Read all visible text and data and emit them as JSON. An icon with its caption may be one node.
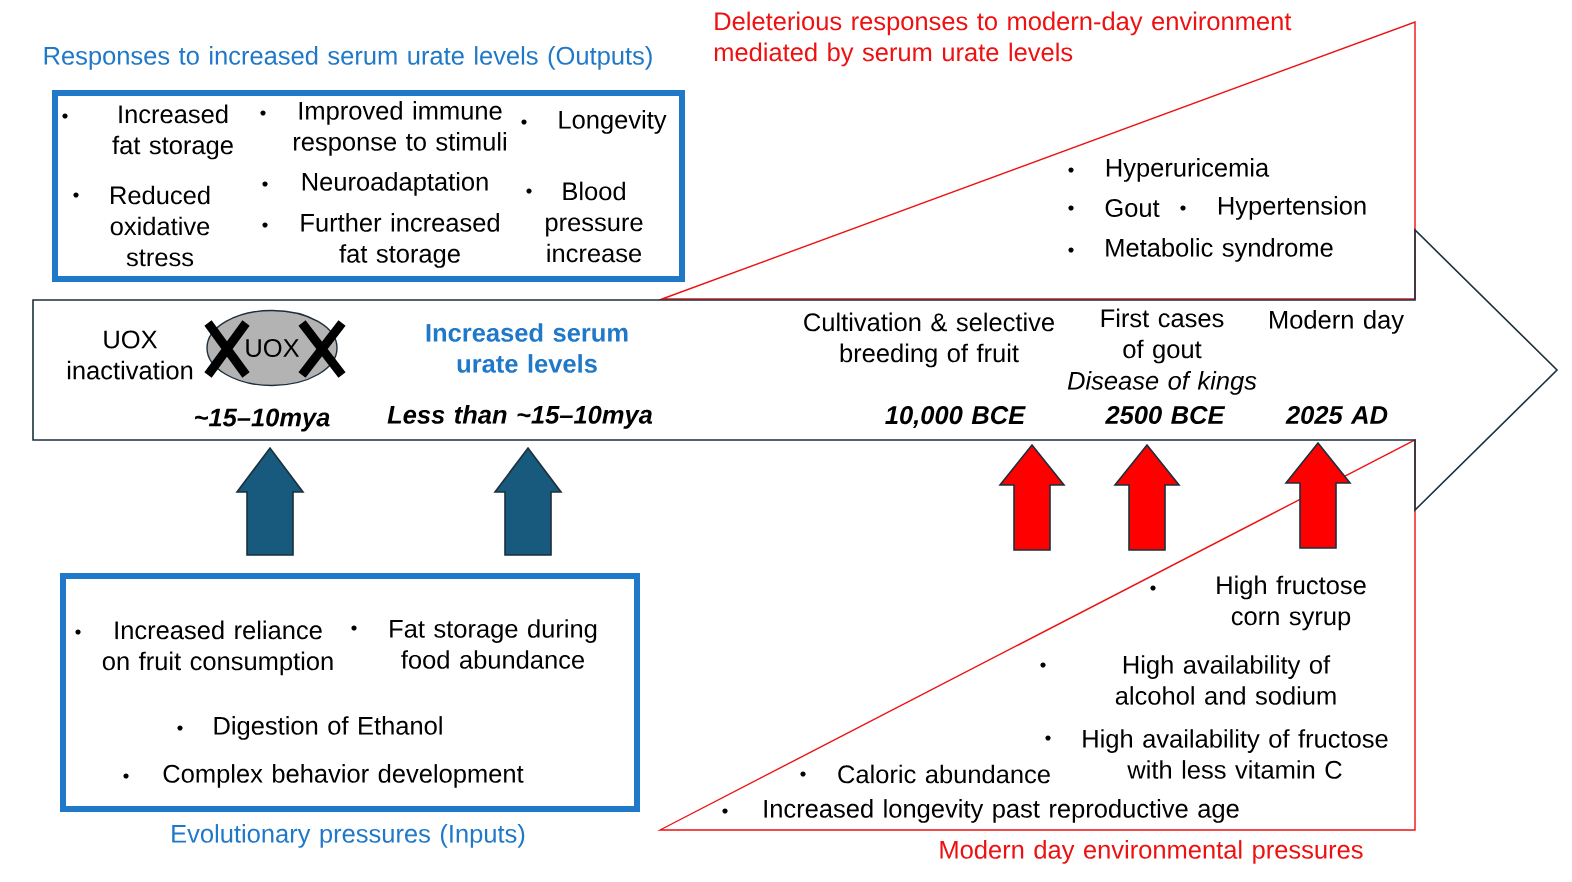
{
  "diagram": {
    "nodes": [
      {
        "text": [
          "Responses to increased serum urate levels (Outputs)",
          "Increased fat storage",
          "Improved immune response to stimuli",
          "Longevity",
          "Reduced oxidative stress",
          "Neuroadaptation",
          "Further increased fat storage",
          "Blood pressure increase"
        ]
      },
      {
        "text": [
          "UOX inactivation",
          "~15–10mya",
          "Increased serum urate levels",
          "Less than ~15–10mya",
          "Cultivation & selective breeding of fruit",
          "10,000 BCE",
          "First cases of gout",
          "Disease of kings",
          "2500 BCE",
          "Modern day",
          "2025 AD"
        ]
      },
      {
        "text": [
          "UOX"
        ],
        "in": 1
      },
      {
        "text": [
          "Increased reliance on fruit consumption",
          "Fat storage during food abundance",
          "Digestion of Ethanol",
          "Complex behavior development",
          "Evolutionary pressures (Inputs)"
        ]
      },
      {
        "text": [
          "Deleterious responses to modern-day environment mediated by serum urate levels",
          "Hyperuricemia",
          "Gout",
          "Hypertension",
          "Metabolic syndrome"
        ]
      },
      {
        "text": [
          "High fructose corn syrup",
          "High availability of alcohol and sodium",
          "High availability of fructose with less vitamin C",
          "Caloric abundance",
          "Increased longevity past reproductive age",
          "Modern day environmental pressures"
        ]
      }
    ],
    "edges": [
      {
        "from": 3,
        "to": 1,
        "arrow": "to",
        "style": "thick",
        "color": "#175a7d"
      },
      {
        "from": 3,
        "to": 1,
        "arrow": "to",
        "style": "thick",
        "color": "#175a7d"
      },
      {
        "from": 5,
        "to": 1,
        "arrow": "to",
        "style": "thick",
        "color": "#ff0000"
      },
      {
        "from": 5,
        "to": 1,
        "arrow": "to",
        "style": "thick",
        "color": "#ff0000"
      },
      {
        "from": 5,
        "to": 1,
        "arrow": "to",
        "style": "thick",
        "color": "#ff0000"
      }
    ]
  }
}
